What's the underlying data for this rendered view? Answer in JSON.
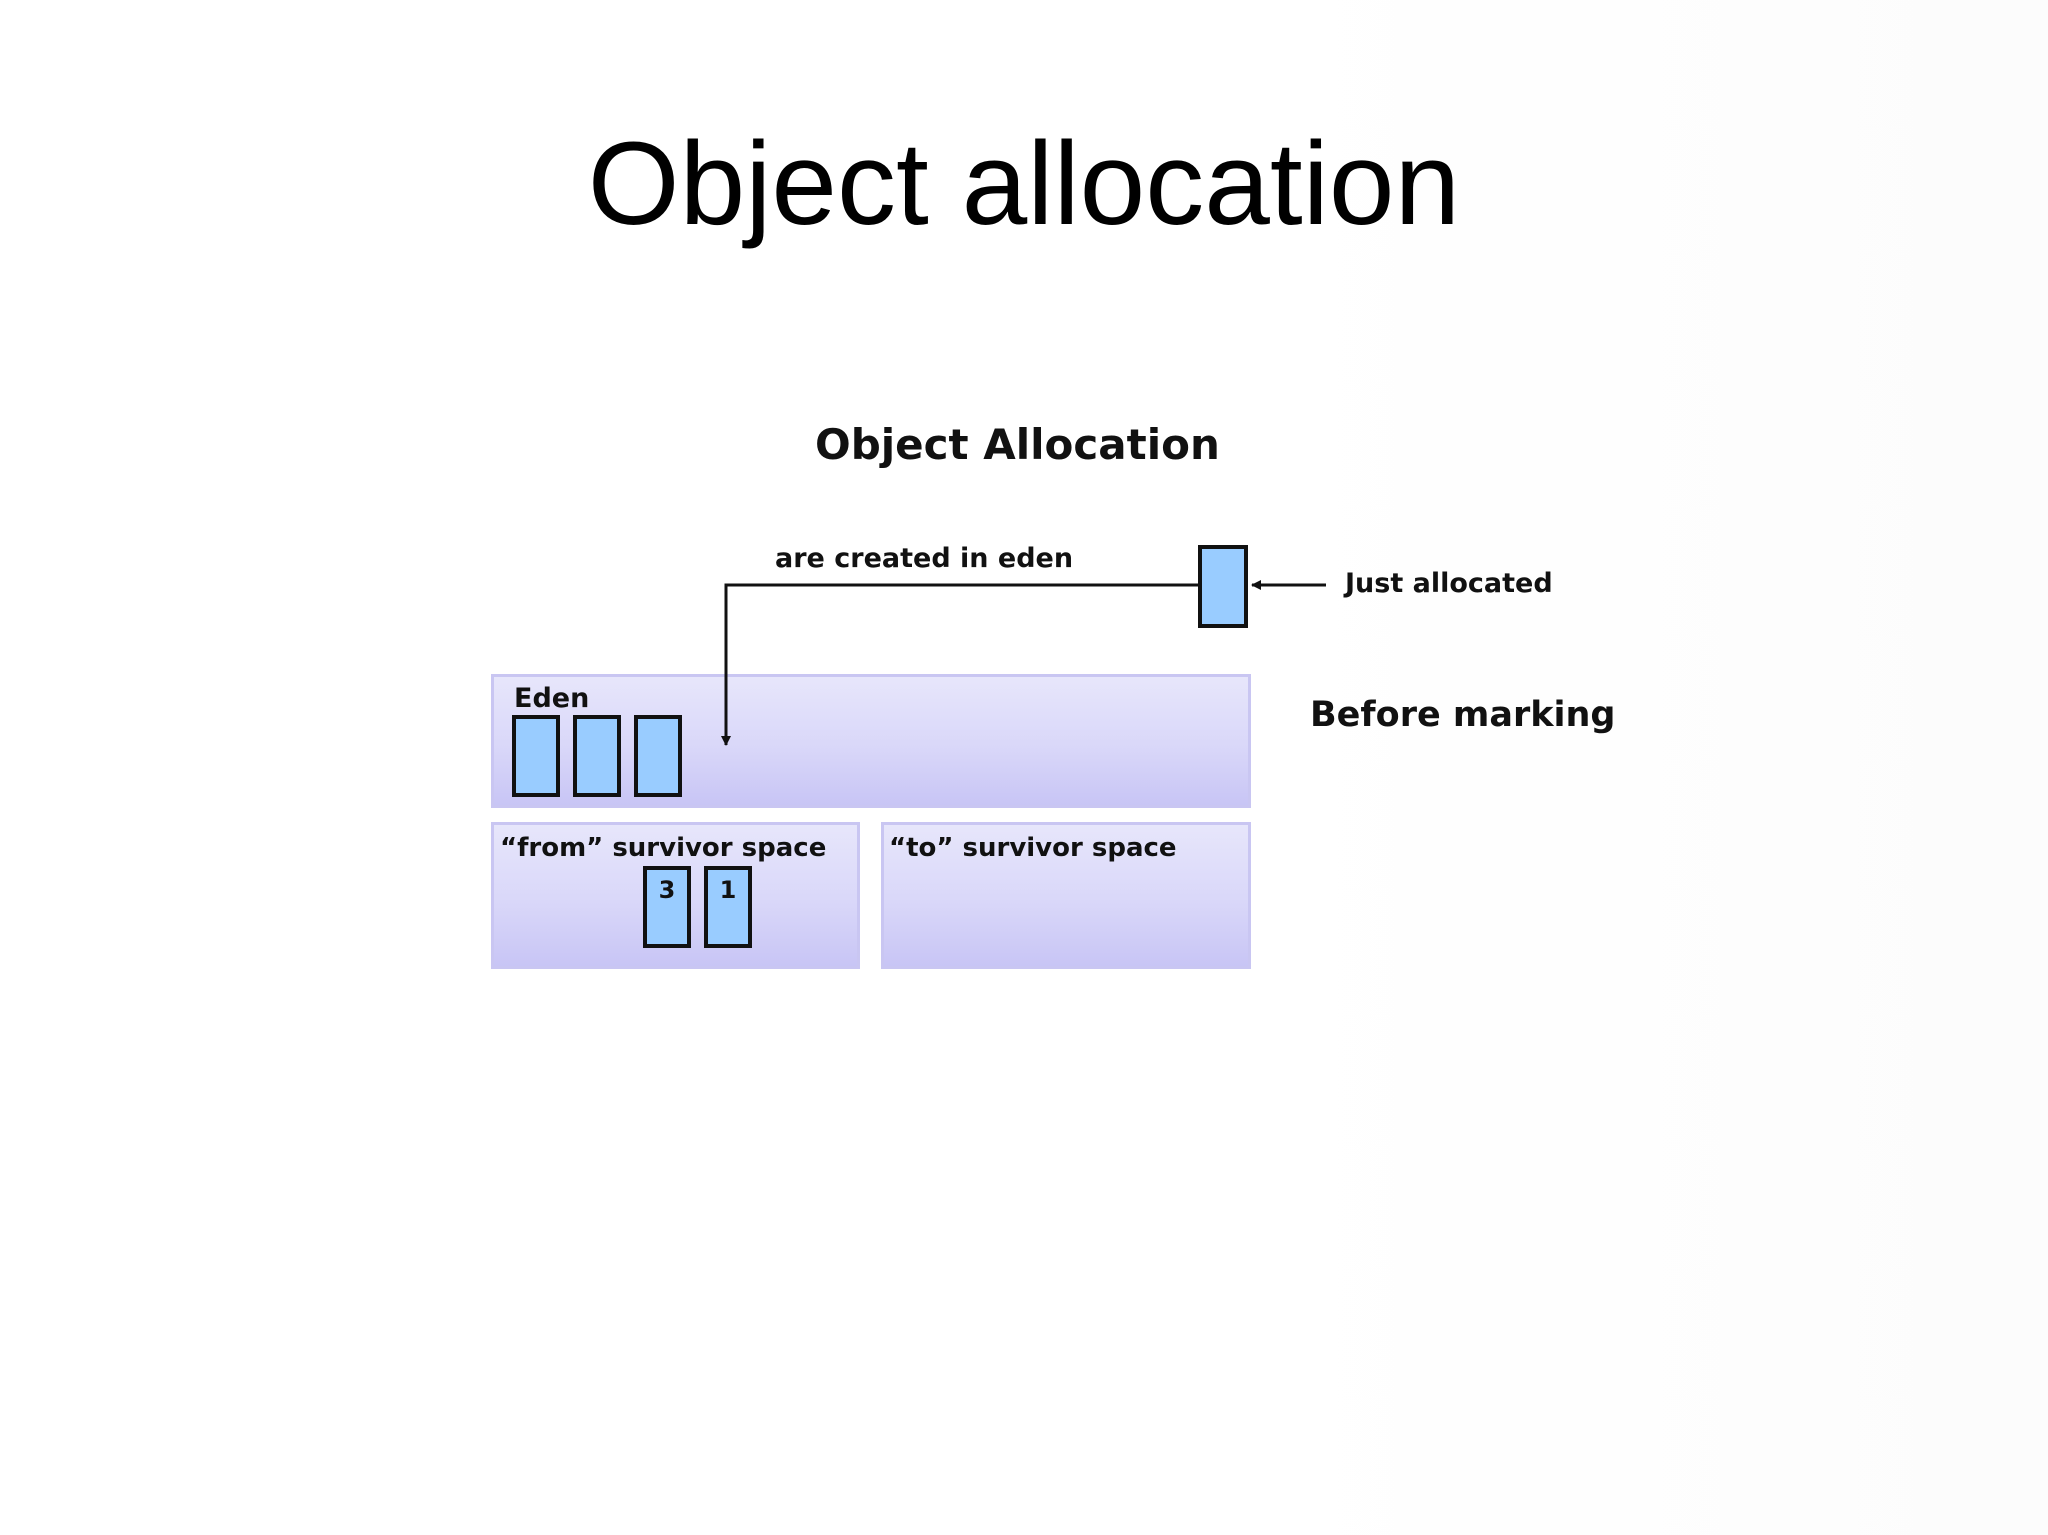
{
  "slide": {
    "title": "Object allocation"
  },
  "diagram": {
    "title": "Object Allocation",
    "arrow_label": "are created in eden",
    "just_allocated_label": "Just allocated",
    "state_label": "Before marking",
    "eden": {
      "label": "Eden"
    },
    "from_space": {
      "label": "“from” survivor space",
      "objects": [
        "3",
        "1"
      ]
    },
    "to_space": {
      "label": "“to” survivor space"
    },
    "colors": {
      "object_fill": "#99ccff",
      "object_border": "#111111",
      "region_fill": "#dcdaf9",
      "region_border": "#c9c6f2"
    }
  }
}
